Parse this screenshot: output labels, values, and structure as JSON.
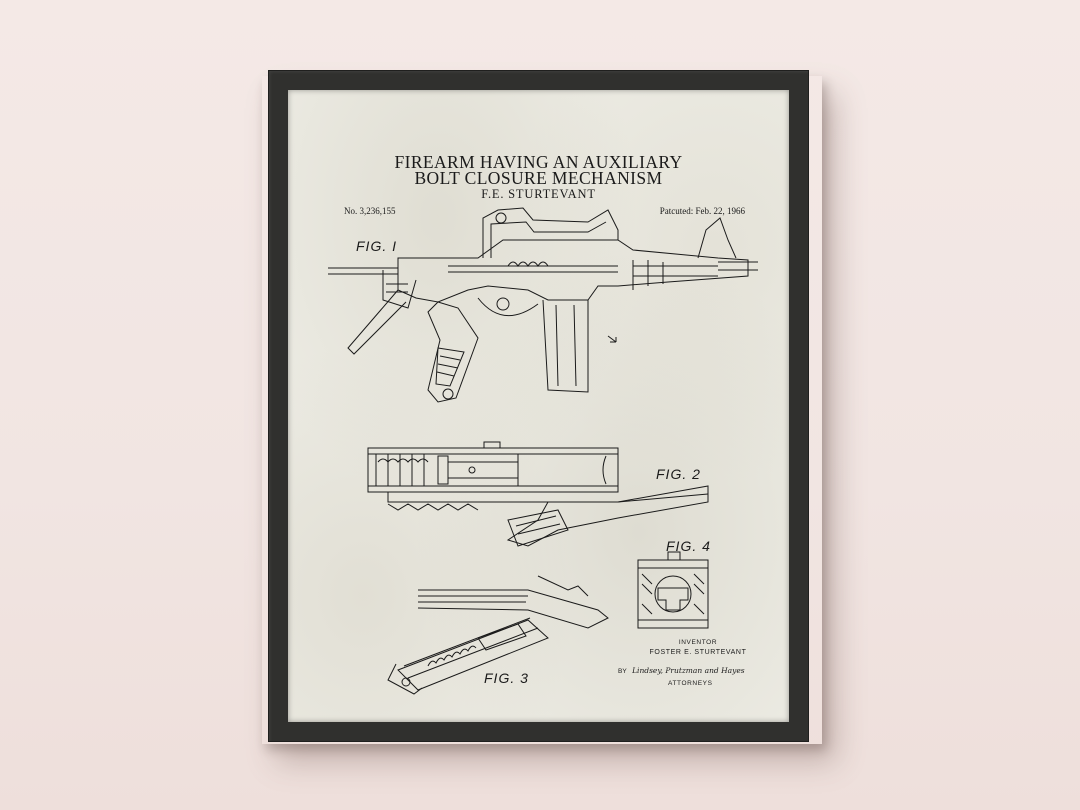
{
  "poster": {
    "title_line1": "FIREARM HAVING AN AUXILIARY",
    "title_line2": "BOLT CLOSURE MECHANISM",
    "inventor_short": "F.E. STURTEVANT",
    "patent_number": "No. 3,236,155",
    "patented": "Patcuted: Feb. 22, 1966",
    "figures": [
      "FIG. I",
      "FIG. 2",
      "FIG. 3",
      "FIG. 4"
    ],
    "inventor_label": "INVENTOR",
    "inventor_name": "FOSTER E. STURTEVANT",
    "by_label": "BY",
    "attorney_signature": "Lindsey, Prutzman and Hayes",
    "attorneys_label": "ATTORNEYS"
  },
  "colors": {
    "wall": "#f3e8e5",
    "frame": "#30302e",
    "paper": "#ecebe3",
    "ink": "#1b1b1b"
  }
}
